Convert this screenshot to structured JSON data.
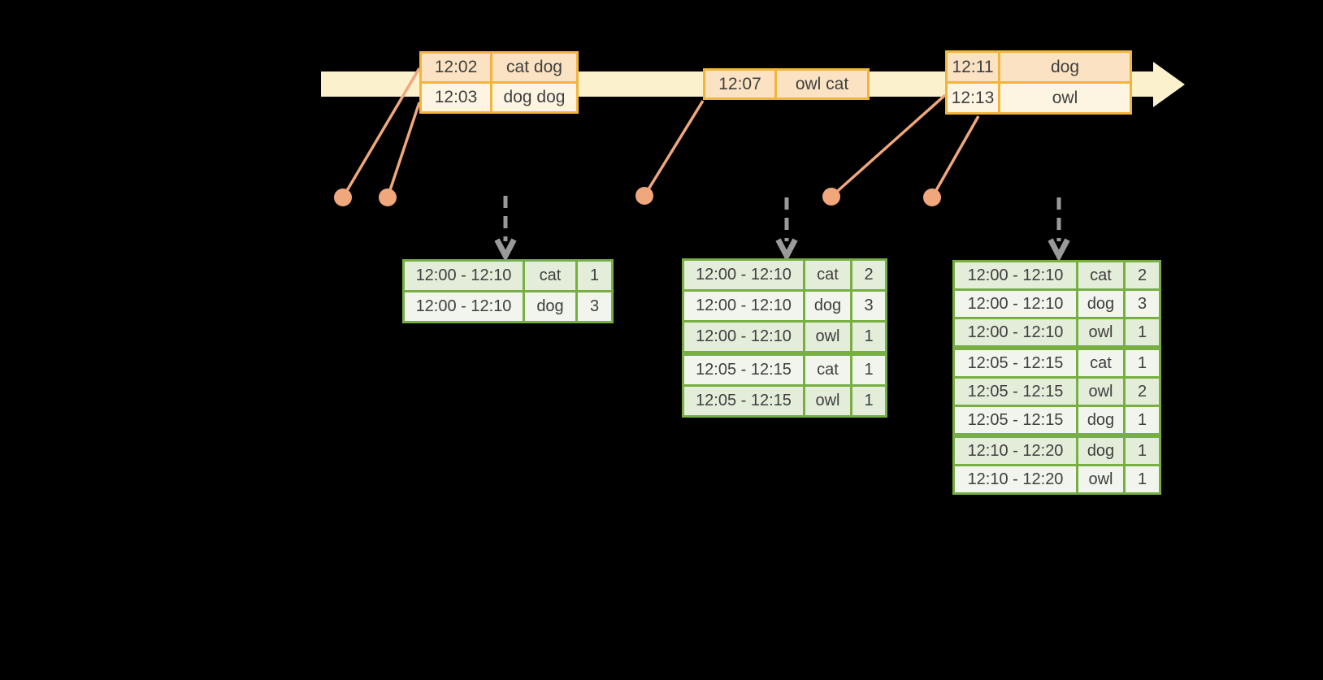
{
  "palette": {
    "background": "#000000",
    "timeline_fill": "#FBF2CD",
    "event_border": "#F1B53D",
    "event_row_dark": "#FAE2C3",
    "event_row_light": "#FDF5E2",
    "connector": "#F0A77B",
    "result_border": "#77AF43",
    "result_row_dark": "#E4ECDA",
    "result_row_light": "#F1F5ED",
    "arrow_gray": "#9A9A9A",
    "text": "#3F3F3F"
  },
  "icons": {
    "timeline_arrow": "right-arrow",
    "trigger_arrow": "dashed-down-arrow"
  },
  "event_tables": [
    {
      "rows": [
        {
          "time": "12:02",
          "words": "cat dog"
        },
        {
          "time": "12:03",
          "words": "dog dog"
        }
      ]
    },
    {
      "rows": [
        {
          "time": "12:07",
          "words": "owl cat"
        }
      ]
    },
    {
      "rows": [
        {
          "time": "12:11",
          "words": "dog"
        },
        {
          "time": "12:13",
          "words": "owl"
        }
      ]
    }
  ],
  "result_tables": [
    {
      "group_breaks": [],
      "rows": [
        [
          "12:00 - 12:10",
          "cat",
          "1"
        ],
        [
          "12:00 - 12:10",
          "dog",
          "3"
        ]
      ]
    },
    {
      "group_breaks": [
        3
      ],
      "rows": [
        [
          "12:00 - 12:10",
          "cat",
          "2"
        ],
        [
          "12:00 - 12:10",
          "dog",
          "3"
        ],
        [
          "12:00 - 12:10",
          "owl",
          "1"
        ],
        [
          "12:05 - 12:15",
          "cat",
          "1"
        ],
        [
          "12:05 - 12:15",
          "owl",
          "1"
        ]
      ]
    },
    {
      "group_breaks": [
        3,
        6
      ],
      "rows": [
        [
          "12:00 - 12:10",
          "cat",
          "2"
        ],
        [
          "12:00 - 12:10",
          "dog",
          "3"
        ],
        [
          "12:00 - 12:10",
          "owl",
          "1"
        ],
        [
          "12:05 - 12:15",
          "cat",
          "1"
        ],
        [
          "12:05 - 12:15",
          "owl",
          "2"
        ],
        [
          "12:05 - 12:15",
          "dog",
          "1"
        ],
        [
          "12:10 - 12:20",
          "dog",
          "1"
        ],
        [
          "12:10 - 12:20",
          "owl",
          "1"
        ]
      ]
    }
  ]
}
